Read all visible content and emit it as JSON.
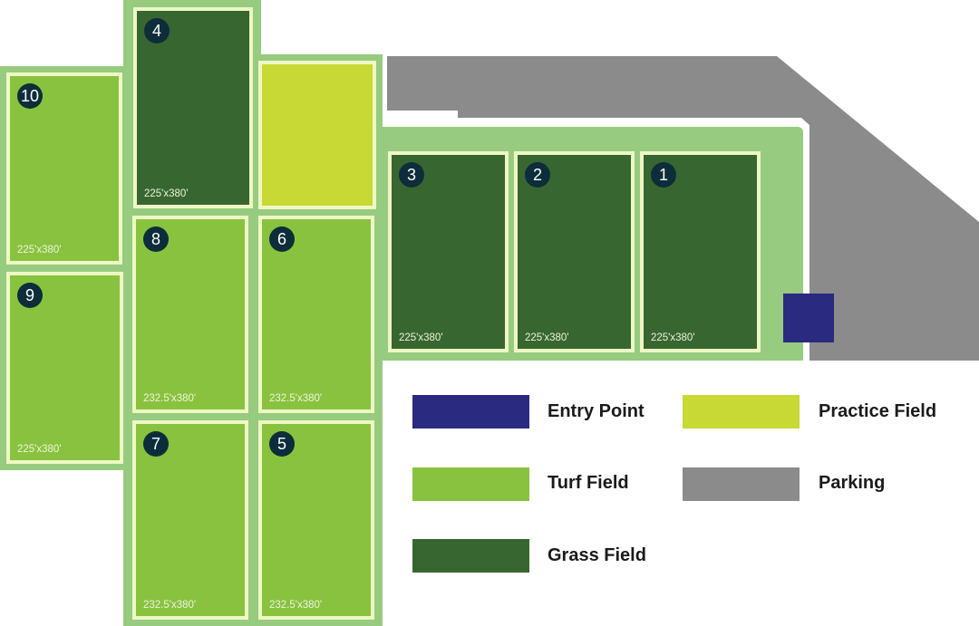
{
  "colors": {
    "entry_point": "#2a2b80",
    "practice_field": "#c6d934",
    "turf_field": "#89c23f",
    "grass_field": "#376630",
    "parking": "#8b8b8b",
    "surround": "#97cb7f",
    "field_border": "#eef8c4",
    "number_badge": "#0d2d3a"
  },
  "fields": [
    {
      "number": "1",
      "type": "grass",
      "size": "225'x380'"
    },
    {
      "number": "2",
      "type": "grass",
      "size": "225'x380'"
    },
    {
      "number": "3",
      "type": "grass",
      "size": "225'x380'"
    },
    {
      "number": "4",
      "type": "grass",
      "size": "225'x380'"
    },
    {
      "number": "5",
      "type": "turf",
      "size": "232.5'x380'"
    },
    {
      "number": "6",
      "type": "turf",
      "size": "232.5'x380'"
    },
    {
      "number": "7",
      "type": "turf",
      "size": "232.5'x380'"
    },
    {
      "number": "8",
      "type": "turf",
      "size": "232.5'x380'"
    },
    {
      "number": "9",
      "type": "turf",
      "size": "225'x380'"
    },
    {
      "number": "10",
      "type": "turf",
      "size": "225'x380'"
    }
  ],
  "practice_field": {
    "type": "practice"
  },
  "legend": [
    {
      "label": "Entry Point",
      "color": "#2a2b80"
    },
    {
      "label": "Practice Field",
      "color": "#c6d934"
    },
    {
      "label": "Turf Field",
      "color": "#89c23f"
    },
    {
      "label": "Parking",
      "color": "#8b8b8b"
    },
    {
      "label": "Grass Field",
      "color": "#376630"
    }
  ]
}
